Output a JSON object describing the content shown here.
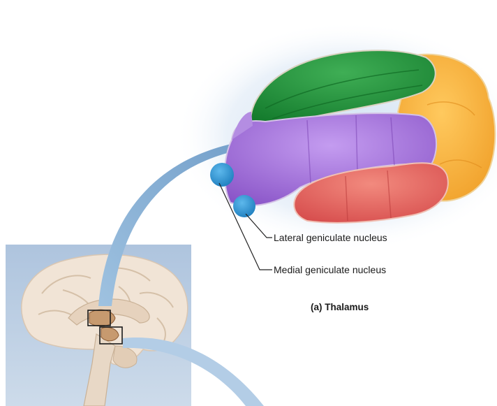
{
  "labels": {
    "lateral": "Lateral geniculate nucleus",
    "medial": "Medial geniculate nucleus"
  },
  "caption": "(a) Thalamus",
  "colors": {
    "green": "#1f8a3a",
    "orange": "#f4ab36",
    "purple": "#a56fd8",
    "red": "#e5625f",
    "blue": "#2f97d3",
    "arrow": "#8fb6d8",
    "inset_bg": "#b9cde4",
    "brain": "#f0e2d2"
  }
}
